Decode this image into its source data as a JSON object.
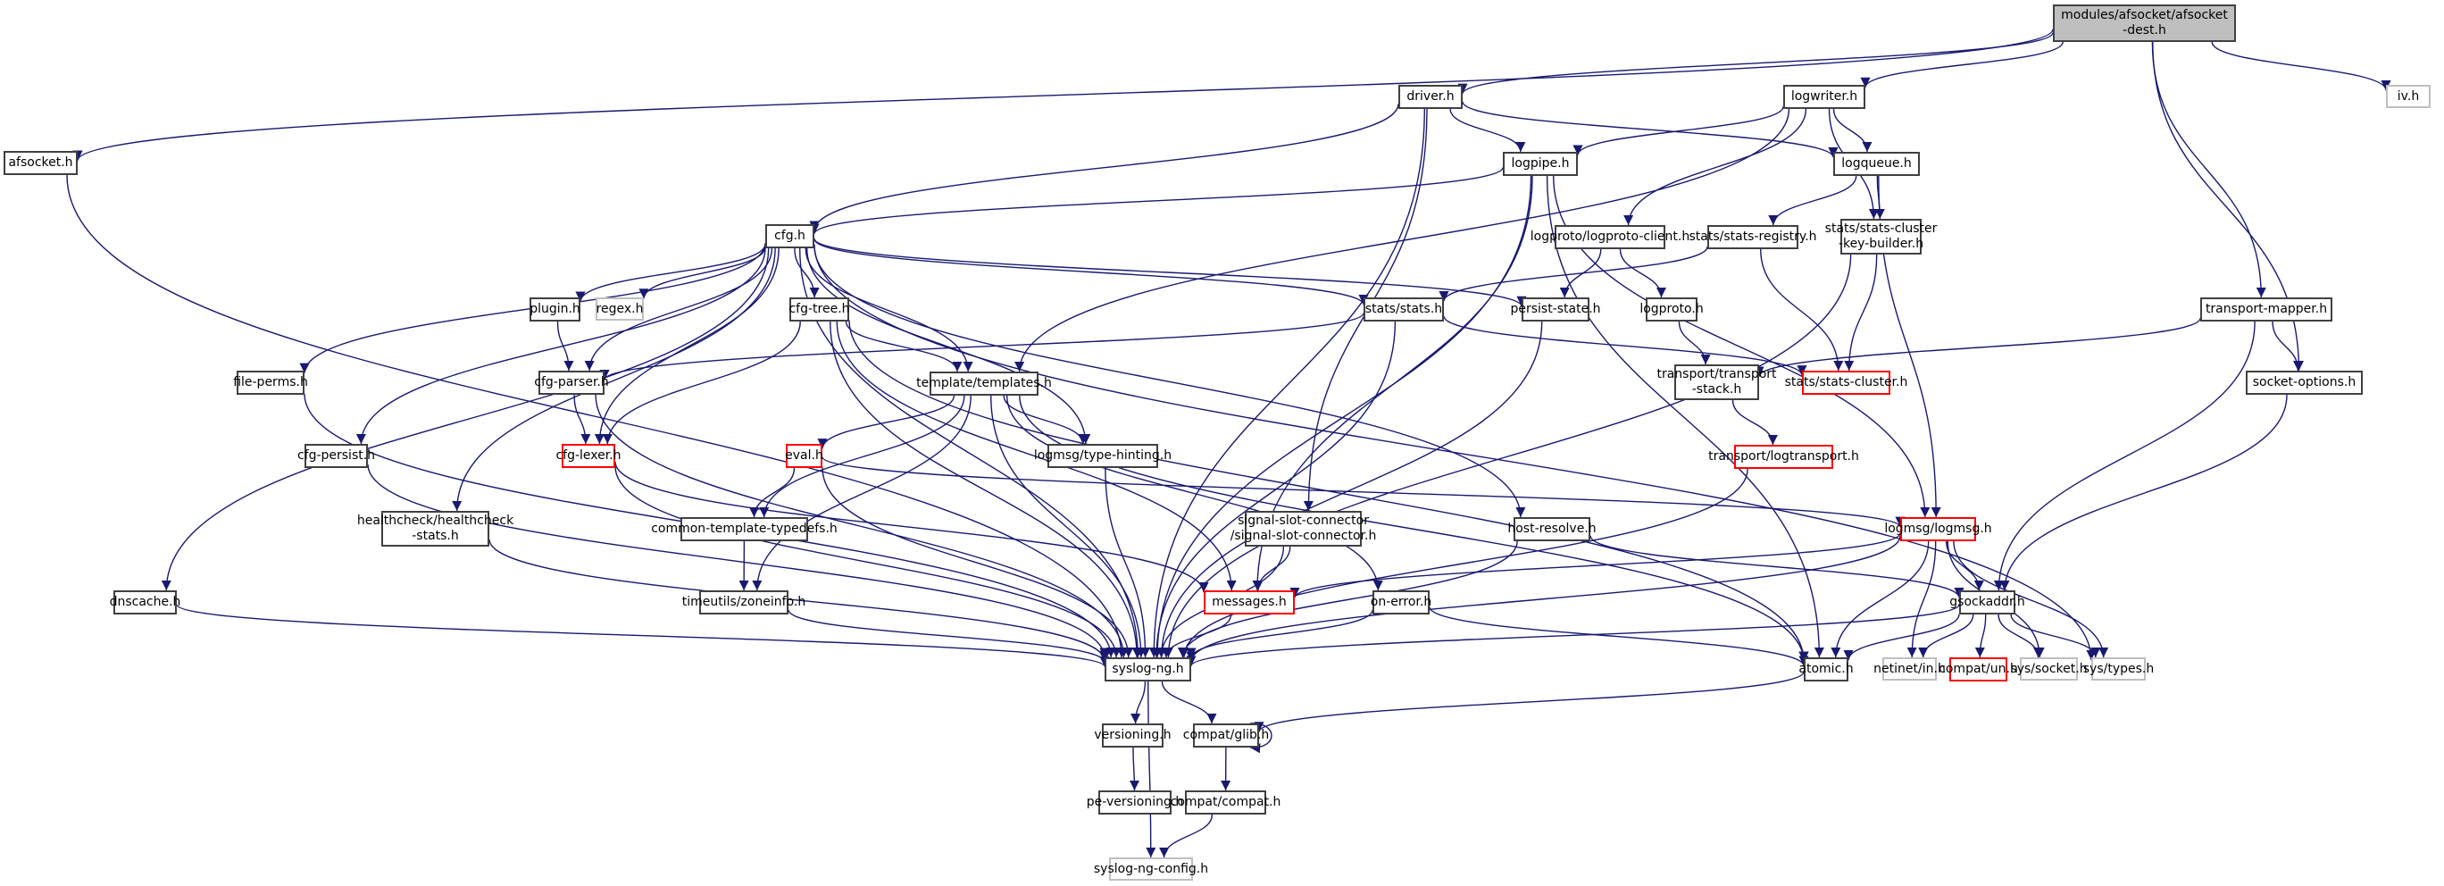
{
  "title": "modules/afsocket/afsocket-dest.h include dependency graph",
  "colors": {
    "edge": "#191970",
    "node_border": "#404040",
    "root_fill": "#bfbfbf",
    "missing_border": "#bfbfbf",
    "truncated_border": "#ff0000"
  },
  "nodes": [
    {
      "id": "root",
      "label": "modules/afsocket/afsocket\n-dest.h",
      "kind": "root"
    },
    {
      "id": "afsocket",
      "label": "afsocket.h",
      "kind": "normal"
    },
    {
      "id": "driver",
      "label": "driver.h",
      "kind": "normal"
    },
    {
      "id": "logwriter",
      "label": "logwriter.h",
      "kind": "normal"
    },
    {
      "id": "iv",
      "label": "iv.h",
      "kind": "missing"
    },
    {
      "id": "logpipe",
      "label": "logpipe.h",
      "kind": "normal"
    },
    {
      "id": "logqueue",
      "label": "logqueue.h",
      "kind": "normal"
    },
    {
      "id": "cfg",
      "label": "cfg.h",
      "kind": "normal"
    },
    {
      "id": "logproto_client",
      "label": "logproto/logproto-client.h",
      "kind": "normal"
    },
    {
      "id": "stats_registry",
      "label": "stats/stats-registry.h",
      "kind": "normal"
    },
    {
      "id": "stats_ckb",
      "label": "stats/stats-cluster\n-key-builder.h",
      "kind": "normal"
    },
    {
      "id": "plugin",
      "label": "plugin.h",
      "kind": "normal"
    },
    {
      "id": "regex",
      "label": "regex.h",
      "kind": "missing"
    },
    {
      "id": "cfg_tree",
      "label": "cfg-tree.h",
      "kind": "normal"
    },
    {
      "id": "stats",
      "label": "stats/stats.h",
      "kind": "normal"
    },
    {
      "id": "persist_state",
      "label": "persist-state.h",
      "kind": "normal"
    },
    {
      "id": "logproto",
      "label": "logproto.h",
      "kind": "normal"
    },
    {
      "id": "transport_mapper",
      "label": "transport-mapper.h",
      "kind": "normal"
    },
    {
      "id": "file_perms",
      "label": "file-perms.h",
      "kind": "normal"
    },
    {
      "id": "cfg_parser",
      "label": "cfg-parser.h",
      "kind": "normal"
    },
    {
      "id": "templates",
      "label": "template/templates.h",
      "kind": "normal"
    },
    {
      "id": "stats_cluster",
      "label": "stats/stats-cluster.h",
      "kind": "truncated"
    },
    {
      "id": "transport_stack",
      "label": "transport/transport\n-stack.h",
      "kind": "normal"
    },
    {
      "id": "socket_options",
      "label": "socket-options.h",
      "kind": "normal"
    },
    {
      "id": "cfg_persist",
      "label": "cfg-persist.h",
      "kind": "normal"
    },
    {
      "id": "cfg_lexer",
      "label": "cfg-lexer.h",
      "kind": "truncated"
    },
    {
      "id": "eval",
      "label": "eval.h",
      "kind": "truncated"
    },
    {
      "id": "type_hinting",
      "label": "logmsg/type-hinting.h",
      "kind": "normal"
    },
    {
      "id": "logtransport",
      "label": "transport/logtransport.h",
      "kind": "truncated"
    },
    {
      "id": "healthcheck",
      "label": "healthcheck/healthcheck\n-stats.h",
      "kind": "normal"
    },
    {
      "id": "common_template",
      "label": "common-template-typedefs.h",
      "kind": "normal"
    },
    {
      "id": "signal_slot",
      "label": "signal-slot-connector\n/signal-slot-connector.h",
      "kind": "normal"
    },
    {
      "id": "host_resolve",
      "label": "host-resolve.h",
      "kind": "normal"
    },
    {
      "id": "logmsg",
      "label": "logmsg/logmsg.h",
      "kind": "truncated"
    },
    {
      "id": "dnscache",
      "label": "dnscache.h",
      "kind": "normal"
    },
    {
      "id": "zoneinfo",
      "label": "timeutils/zoneinfo.h",
      "kind": "normal"
    },
    {
      "id": "messages",
      "label": "messages.h",
      "kind": "truncated"
    },
    {
      "id": "on_error",
      "label": "on-error.h",
      "kind": "normal"
    },
    {
      "id": "gsockaddr",
      "label": "gsockaddr.h",
      "kind": "normal"
    },
    {
      "id": "syslog_ng",
      "label": "syslog-ng.h",
      "kind": "normal"
    },
    {
      "id": "atomic",
      "label": "atomic.h",
      "kind": "normal"
    },
    {
      "id": "netinet_in",
      "label": "netinet/in.h",
      "kind": "missing"
    },
    {
      "id": "compat_un",
      "label": "compat/un.h",
      "kind": "truncated"
    },
    {
      "id": "sys_socket",
      "label": "sys/socket.h",
      "kind": "missing"
    },
    {
      "id": "sys_types",
      "label": "sys/types.h",
      "kind": "missing"
    },
    {
      "id": "versioning",
      "label": "versioning.h",
      "kind": "normal"
    },
    {
      "id": "compat_glib",
      "label": "compat/glib.h",
      "kind": "normal"
    },
    {
      "id": "pe_versioning",
      "label": "pe-versioning.h",
      "kind": "normal"
    },
    {
      "id": "compat_compat",
      "label": "compat/compat.h",
      "kind": "normal"
    },
    {
      "id": "syslog_ng_config",
      "label": "syslog-ng-config.h",
      "kind": "missing"
    }
  ],
  "edges": [
    [
      "root",
      "afsocket"
    ],
    [
      "root",
      "driver"
    ],
    [
      "root",
      "logwriter"
    ],
    [
      "root",
      "iv"
    ],
    [
      "root",
      "transport_mapper"
    ],
    [
      "root",
      "socket_options"
    ],
    [
      "afsocket",
      "syslog_ng"
    ],
    [
      "driver",
      "logpipe"
    ],
    [
      "driver",
      "logqueue"
    ],
    [
      "driver",
      "cfg"
    ],
    [
      "driver",
      "signal_slot"
    ],
    [
      "driver",
      "syslog_ng"
    ],
    [
      "logwriter",
      "logpipe"
    ],
    [
      "logwriter",
      "logqueue"
    ],
    [
      "logwriter",
      "logproto_client"
    ],
    [
      "logwriter",
      "templates"
    ],
    [
      "logwriter",
      "stats_ckb"
    ],
    [
      "logpipe",
      "cfg"
    ],
    [
      "logpipe",
      "logmsg"
    ],
    [
      "logpipe",
      "atomic"
    ],
    [
      "logpipe",
      "messages"
    ],
    [
      "logpipe",
      "syslog_ng"
    ],
    [
      "logqueue",
      "stats_registry"
    ],
    [
      "logqueue",
      "stats_ckb"
    ],
    [
      "logqueue",
      "logmsg"
    ],
    [
      "logproto_client",
      "persist_state"
    ],
    [
      "logproto_client",
      "logproto"
    ],
    [
      "stats_registry",
      "stats"
    ],
    [
      "stats_registry",
      "stats_cluster"
    ],
    [
      "stats_ckb",
      "stats_cluster"
    ],
    [
      "stats_ckb",
      "syslog_ng"
    ],
    [
      "cfg",
      "plugin"
    ],
    [
      "cfg",
      "regex"
    ],
    [
      "cfg",
      "cfg_tree"
    ],
    [
      "cfg",
      "stats"
    ],
    [
      "cfg",
      "persist_state"
    ],
    [
      "cfg",
      "file_perms"
    ],
    [
      "cfg",
      "cfg_parser"
    ],
    [
      "cfg",
      "templates"
    ],
    [
      "cfg",
      "cfg_persist"
    ],
    [
      "cfg",
      "cfg_lexer"
    ],
    [
      "cfg",
      "type_hinting"
    ],
    [
      "cfg",
      "healthcheck"
    ],
    [
      "cfg",
      "dnscache"
    ],
    [
      "cfg",
      "host_resolve"
    ],
    [
      "cfg",
      "sys_types"
    ],
    [
      "cfg",
      "syslog_ng"
    ],
    [
      "plugin",
      "cfg_parser"
    ],
    [
      "cfg_tree",
      "templates"
    ],
    [
      "cfg_tree",
      "cfg_lexer"
    ],
    [
      "cfg_tree",
      "messages"
    ],
    [
      "cfg_tree",
      "atomic"
    ],
    [
      "cfg_tree",
      "syslog_ng"
    ],
    [
      "stats",
      "cfg_parser"
    ],
    [
      "stats",
      "stats_cluster"
    ],
    [
      "stats",
      "syslog_ng"
    ],
    [
      "persist_state",
      "syslog_ng"
    ],
    [
      "logproto",
      "transport_stack"
    ],
    [
      "transport_mapper",
      "transport_stack"
    ],
    [
      "transport_mapper",
      "socket_options"
    ],
    [
      "transport_mapper",
      "gsockaddr"
    ],
    [
      "file_perms",
      "syslog_ng"
    ],
    [
      "cfg_parser",
      "cfg_lexer"
    ],
    [
      "cfg_parser",
      "syslog_ng"
    ],
    [
      "templates",
      "eval"
    ],
    [
      "templates",
      "type_hinting"
    ],
    [
      "templates",
      "common_template"
    ],
    [
      "templates",
      "zoneinfo"
    ],
    [
      "templates",
      "on_error"
    ],
    [
      "templates",
      "atomic"
    ],
    [
      "templates",
      "syslog_ng"
    ],
    [
      "transport_stack",
      "logtransport"
    ],
    [
      "socket_options",
      "gsockaddr"
    ],
    [
      "cfg_persist",
      "syslog_ng"
    ],
    [
      "cfg_lexer",
      "messages"
    ],
    [
      "cfg_lexer",
      "syslog_ng"
    ],
    [
      "eval",
      "common_template"
    ],
    [
      "eval",
      "logmsg"
    ],
    [
      "eval",
      "syslog_ng"
    ],
    [
      "type_hinting",
      "syslog_ng"
    ],
    [
      "logtransport",
      "syslog_ng"
    ],
    [
      "healthcheck",
      "syslog_ng"
    ],
    [
      "common_template",
      "zoneinfo"
    ],
    [
      "signal_slot",
      "messages"
    ],
    [
      "signal_slot",
      "syslog_ng"
    ],
    [
      "host_resolve",
      "gsockaddr"
    ],
    [
      "host_resolve",
      "syslog_ng"
    ],
    [
      "logmsg",
      "messages"
    ],
    [
      "logmsg",
      "gsockaddr"
    ],
    [
      "logmsg",
      "atomic"
    ],
    [
      "logmsg",
      "netinet_in"
    ],
    [
      "logmsg",
      "sys_socket"
    ],
    [
      "logmsg",
      "sys_types"
    ],
    [
      "logmsg",
      "syslog_ng"
    ],
    [
      "dnscache",
      "syslog_ng"
    ],
    [
      "zoneinfo",
      "syslog_ng"
    ],
    [
      "messages",
      "syslog_ng"
    ],
    [
      "on_error",
      "syslog_ng"
    ],
    [
      "on_error",
      "atomic"
    ],
    [
      "gsockaddr",
      "atomic"
    ],
    [
      "gsockaddr",
      "netinet_in"
    ],
    [
      "gsockaddr",
      "compat_un"
    ],
    [
      "gsockaddr",
      "sys_socket"
    ],
    [
      "gsockaddr",
      "sys_types"
    ],
    [
      "gsockaddr",
      "syslog_ng"
    ],
    [
      "syslog_ng",
      "versioning"
    ],
    [
      "syslog_ng",
      "compat_glib"
    ],
    [
      "syslog_ng",
      "syslog_ng_config"
    ],
    [
      "atomic",
      "compat_glib"
    ],
    [
      "versioning",
      "pe_versioning"
    ],
    [
      "compat_glib",
      "compat_compat"
    ],
    [
      "compat_glib",
      "compat_glib"
    ],
    [
      "compat_compat",
      "syslog_ng_config"
    ]
  ]
}
